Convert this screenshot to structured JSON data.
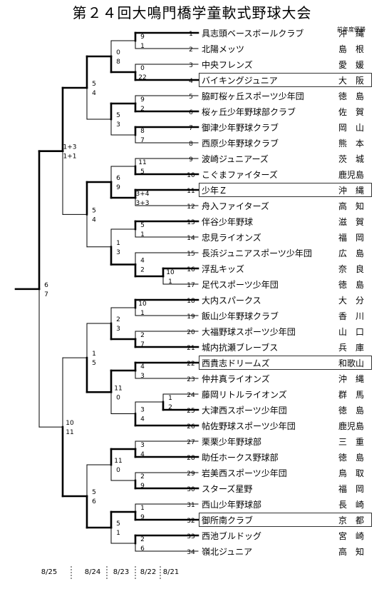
{
  "title": "第２４回大鳴門橋学童軟式野球大会",
  "header": {
    "previous_winner_label": "前年度優勝"
  },
  "teams": [
    {
      "no": "1",
      "name": "具志頭ベースボールクラブ",
      "pref": "沖　縄",
      "boxed": false
    },
    {
      "no": "2",
      "name": "北陽メッツ",
      "pref": "島　根",
      "boxed": false
    },
    {
      "no": "3",
      "name": "中央フレンズ",
      "pref": "愛　媛",
      "boxed": false
    },
    {
      "no": "4",
      "name": "バイキングジュニア",
      "pref": "大　阪",
      "boxed": true
    },
    {
      "no": "5",
      "name": "脇町桜ヶ丘スポーツ少年団",
      "pref": "徳　島",
      "boxed": false
    },
    {
      "no": "6",
      "name": "桜ヶ丘少年野球部クラブ",
      "pref": "佐　賀",
      "boxed": false
    },
    {
      "no": "7",
      "name": "御津少年野球クラブ",
      "pref": "岡　山",
      "boxed": false
    },
    {
      "no": "8",
      "name": "西原少年野球クラブ",
      "pref": "熊　本",
      "boxed": false
    },
    {
      "no": "9",
      "name": "波崎ジュニアーズ",
      "pref": "茨　城",
      "boxed": false
    },
    {
      "no": "10",
      "name": "こぐまファイターズ",
      "pref": "鹿児島",
      "boxed": false
    },
    {
      "no": "11",
      "name": "少年Ｚ",
      "pref": "沖　縄",
      "boxed": true
    },
    {
      "no": "12",
      "name": "舟入ファイターズ",
      "pref": "高　知",
      "boxed": false
    },
    {
      "no": "13",
      "name": "伴谷少年野球",
      "pref": "滋　賀",
      "boxed": false
    },
    {
      "no": "14",
      "name": "忠見ライオンズ",
      "pref": "福　岡",
      "boxed": false
    },
    {
      "no": "15",
      "name": "長浜ジュニアスポーツ少年団",
      "pref": "広　島",
      "boxed": false
    },
    {
      "no": "16",
      "name": "浮乱キッズ",
      "pref": "奈　良",
      "boxed": false
    },
    {
      "no": "17",
      "name": "足代スポーツ少年団",
      "pref": "徳　島",
      "boxed": false
    },
    {
      "no": "18",
      "name": "大内スパークス",
      "pref": "大　分",
      "boxed": false
    },
    {
      "no": "19",
      "name": "飯山少年野球クラブ",
      "pref": "香　川",
      "boxed": false
    },
    {
      "no": "20",
      "name": "大福野球スポーツ少年団",
      "pref": "山　口",
      "boxed": false
    },
    {
      "no": "21",
      "name": "城内抗瀬ブレーブス",
      "pref": "兵　庫",
      "boxed": false
    },
    {
      "no": "22",
      "name": "西貴志ドリームズ",
      "pref": "和歌山",
      "boxed": true
    },
    {
      "no": "23",
      "name": "仲井真ライオンズ",
      "pref": "沖　縄",
      "boxed": false
    },
    {
      "no": "24",
      "name": "藤岡リトルライオンズ",
      "pref": "群　馬",
      "boxed": false
    },
    {
      "no": "25",
      "name": "大津西スポーツ少年団",
      "pref": "徳　島",
      "boxed": false
    },
    {
      "no": "26",
      "name": "帖佐野球スポーツ少年団",
      "pref": "鹿児島",
      "boxed": false
    },
    {
      "no": "27",
      "name": "栗栗少年野球部",
      "pref": "三　重",
      "boxed": false
    },
    {
      "no": "28",
      "name": "助任ホークス野球部",
      "pref": "徳　島",
      "boxed": false
    },
    {
      "no": "29",
      "name": "岩美西スポーツ少年団",
      "pref": "鳥　取",
      "boxed": false
    },
    {
      "no": "30",
      "name": "スターズ星野",
      "pref": "福　岡",
      "boxed": false
    },
    {
      "no": "31",
      "name": "西山少年野球部",
      "pref": "長　崎",
      "boxed": false
    },
    {
      "no": "32",
      "name": "御所南クラブ",
      "pref": "京　都",
      "boxed": true
    },
    {
      "no": "33",
      "name": "西池ブルドッグ",
      "pref": "宮　崎",
      "boxed": false
    },
    {
      "no": "34",
      "name": "嶺北ジュニア",
      "pref": "高　知",
      "boxed": false
    }
  ],
  "matches": [
    {
      "id": "m16_17",
      "a": 16,
      "b": 17,
      "winner": "a",
      "sa": "10",
      "sb": "1"
    },
    {
      "id": "m1_2",
      "a": 1,
      "b": 2,
      "winner": "a",
      "sa": "9",
      "sb": "1"
    },
    {
      "id": "m3_4",
      "a": 3,
      "b": 4,
      "winner": "b",
      "sa": "0",
      "sb": "22"
    },
    {
      "id": "m5_6",
      "a": 5,
      "b": 6,
      "winner": "b",
      "sa": "9",
      "sb": "2"
    },
    {
      "id": "m7_8",
      "a": 7,
      "b": 8,
      "winner": "a",
      "sa": "8",
      "sb": "7"
    },
    {
      "id": "m9_10",
      "a": 9,
      "b": 10,
      "winner": "b",
      "sa": "11",
      "sb": "5"
    },
    {
      "id": "m11_12",
      "a": 11,
      "b": 12,
      "winner": "a",
      "sa": "3+4",
      "sb": "3+3"
    },
    {
      "id": "m13_14",
      "a": 13,
      "b": 14,
      "winner": "a",
      "sa": "5",
      "sb": "1"
    },
    {
      "id": "m15_16",
      "a": 15,
      "b": "m16_17",
      "winner": "b",
      "sa": "4",
      "sb": "2"
    },
    {
      "id": "m18_19",
      "a": 18,
      "b": 19,
      "winner": "a",
      "sa": "10",
      "sb": "1"
    },
    {
      "id": "m20_21",
      "a": 20,
      "b": 21,
      "winner": "b",
      "sa": "2",
      "sb": "7"
    },
    {
      "id": "m22_23",
      "a": 22,
      "b": 23,
      "winner": "a",
      "sa": "4",
      "sb": "3"
    },
    {
      "id": "m24_25",
      "a": 24,
      "b": 25,
      "winner": "b",
      "sa": "1",
      "sb": "2"
    },
    {
      "id": "m25_26",
      "a": "m24_25",
      "b": 26,
      "winner": "b",
      "sa": "3",
      "sb": "4"
    },
    {
      "id": "m27_28",
      "a": 27,
      "b": 28,
      "winner": "b",
      "sa": "3",
      "sb": "4"
    },
    {
      "id": "m29_30",
      "a": 29,
      "b": 30,
      "winner": "b",
      "sa": "2",
      "sb": "9"
    },
    {
      "id": "m31_32",
      "a": 31,
      "b": 32,
      "winner": "b",
      "sa": "1",
      "sb": "9"
    },
    {
      "id": "m33_34",
      "a": 33,
      "b": 34,
      "winner": "a",
      "sa": "2",
      "sb": "6"
    },
    {
      "id": "q1",
      "a": "m1_2",
      "b": "m3_4",
      "winner": "b",
      "sa": "0",
      "sb": "8"
    },
    {
      "id": "q2",
      "a": "m5_6",
      "b": "m7_8",
      "winner": "a",
      "sa": "5",
      "sb": "3"
    },
    {
      "id": "q3",
      "a": "m9_10",
      "b": "m11_12",
      "winner": "b",
      "sa": "6",
      "sb": "9"
    },
    {
      "id": "q4",
      "a": "m13_14",
      "b": "m15_16",
      "winner": "b",
      "sa": "1",
      "sb": "3"
    },
    {
      "id": "q5",
      "a": "m18_19",
      "b": "m20_21",
      "winner": "b",
      "sa": "2",
      "sb": "3"
    },
    {
      "id": "q6",
      "a": "m22_23",
      "b": "m25_26",
      "winner": "a",
      "sa": "11",
      "sb": "0"
    },
    {
      "id": "q7",
      "a": "m27_28",
      "b": "m29_30",
      "winner": "a",
      "sa": "11",
      "sb": "0"
    },
    {
      "id": "q8",
      "a": "m31_32",
      "b": "m33_34",
      "winner": "a",
      "sa": "5",
      "sb": "1"
    },
    {
      "id": "s1",
      "a": "q1",
      "b": "q2",
      "winner": "a",
      "sa": "5",
      "sb": "4"
    },
    {
      "id": "s2",
      "a": "q3",
      "b": "q4",
      "winner": "a",
      "sa": "5",
      "sb": "4"
    },
    {
      "id": "s3",
      "a": "q5",
      "b": "q6",
      "winner": "b",
      "sa": "1",
      "sb": "5"
    },
    {
      "id": "s4",
      "a": "q7",
      "b": "q8",
      "winner": "b",
      "sa": "5",
      "sb": "6"
    },
    {
      "id": "f1",
      "a": "s1",
      "b": "s2",
      "winner": "a",
      "sa": "1+3",
      "sb": "1+1"
    },
    {
      "id": "f2",
      "a": "s3",
      "b": "s4",
      "winner": "b",
      "sa": "10",
      "sb": "11"
    },
    {
      "id": "final",
      "a": "f1",
      "b": "f2",
      "winner": "a",
      "sa": "6",
      "sb": "7"
    }
  ],
  "dates": [
    "8/25",
    "8/24",
    "8/23",
    "8/22",
    "8/21"
  ]
}
